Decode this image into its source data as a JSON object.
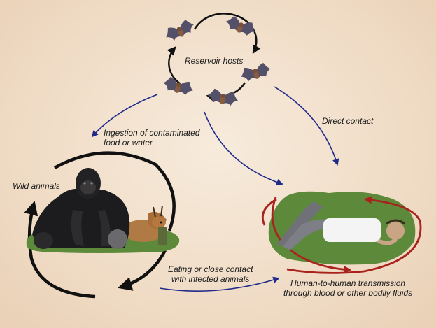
{
  "labels": {
    "reservoir": "Reservoir hosts",
    "direct_contact": "Direct contact",
    "ingestion_line1": "Ingestion of contaminated",
    "ingestion_line2": "food or water",
    "wild_animals": "Wild animals",
    "eating_line1": "Eating or close contact",
    "eating_line2": "with infected animals",
    "human_line1": "Human-to-human transmission",
    "human_line2": "through blood or other bodily fluids"
  },
  "icons": [
    "bat-icon",
    "gorilla-icon",
    "antelope-icon",
    "human-icon"
  ],
  "colors": {
    "background": "#f0dcc6",
    "reservoir_cycle": "#111111",
    "wildlife_cycle": "#111111",
    "transmission_arrows": "#1f2a8a",
    "human_cycle": "#a8231c",
    "grass": "#5d8a3a"
  }
}
